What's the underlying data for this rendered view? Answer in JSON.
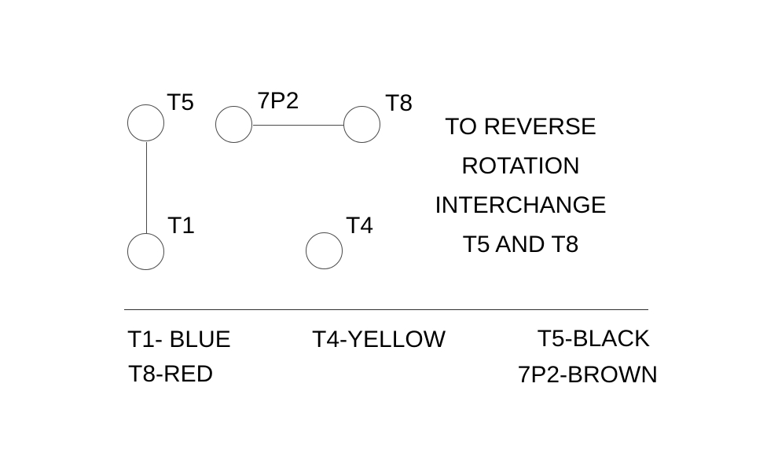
{
  "diagram": {
    "terminals": [
      {
        "label": "T5"
      },
      {
        "label": "7P2"
      },
      {
        "label": "T8"
      },
      {
        "label": "T1"
      },
      {
        "label": "T4"
      }
    ],
    "connections": [
      {
        "from": "T5",
        "to": "T1"
      },
      {
        "from": "7P2",
        "to": "T8"
      }
    ],
    "note_lines": [
      "TO REVERSE",
      "ROTATION",
      "INTERCHANGE",
      "T5 AND T8"
    ]
  },
  "legend": {
    "items": [
      "T1- BLUE",
      "T4-YELLOW",
      "T5-BLACK",
      "T8-RED",
      "7P2-BROWN"
    ]
  },
  "colors": {
    "background": "#ffffff",
    "text": "#000000",
    "line": "#4a4a4a"
  }
}
